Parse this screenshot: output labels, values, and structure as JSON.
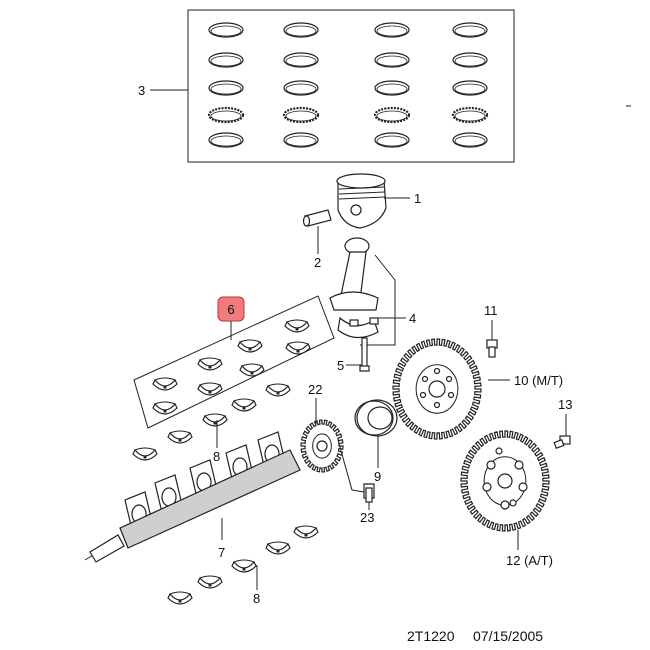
{
  "parts": {
    "piston_rings": {
      "label": "3"
    },
    "piston": {
      "label": "1"
    },
    "piston_pin": {
      "label": "2"
    },
    "connecting_rod": {
      "label": "4"
    },
    "rod_bolt": {
      "label": "5"
    },
    "bearing_set_highlighted": {
      "label": "6",
      "highlight_color": "#f27b7b"
    },
    "upper_main_bearings": {
      "label": "8"
    },
    "lower_main_bearings": {
      "label": "8"
    },
    "crankshaft": {
      "label": "7"
    },
    "crank_sprocket": {
      "label": "22"
    },
    "sprocket_bolt": {
      "label": "23"
    },
    "oil_seal": {
      "label": "9"
    },
    "flywheel_bolt": {
      "label": "11"
    },
    "flywheel_mt": {
      "label": "10 (M/T)"
    },
    "driveplate_bolt": {
      "label": "13"
    },
    "driveplate_at": {
      "label": "12 (A/T)"
    }
  },
  "footer": {
    "code": "2T1220",
    "date": "07/15/2005"
  }
}
